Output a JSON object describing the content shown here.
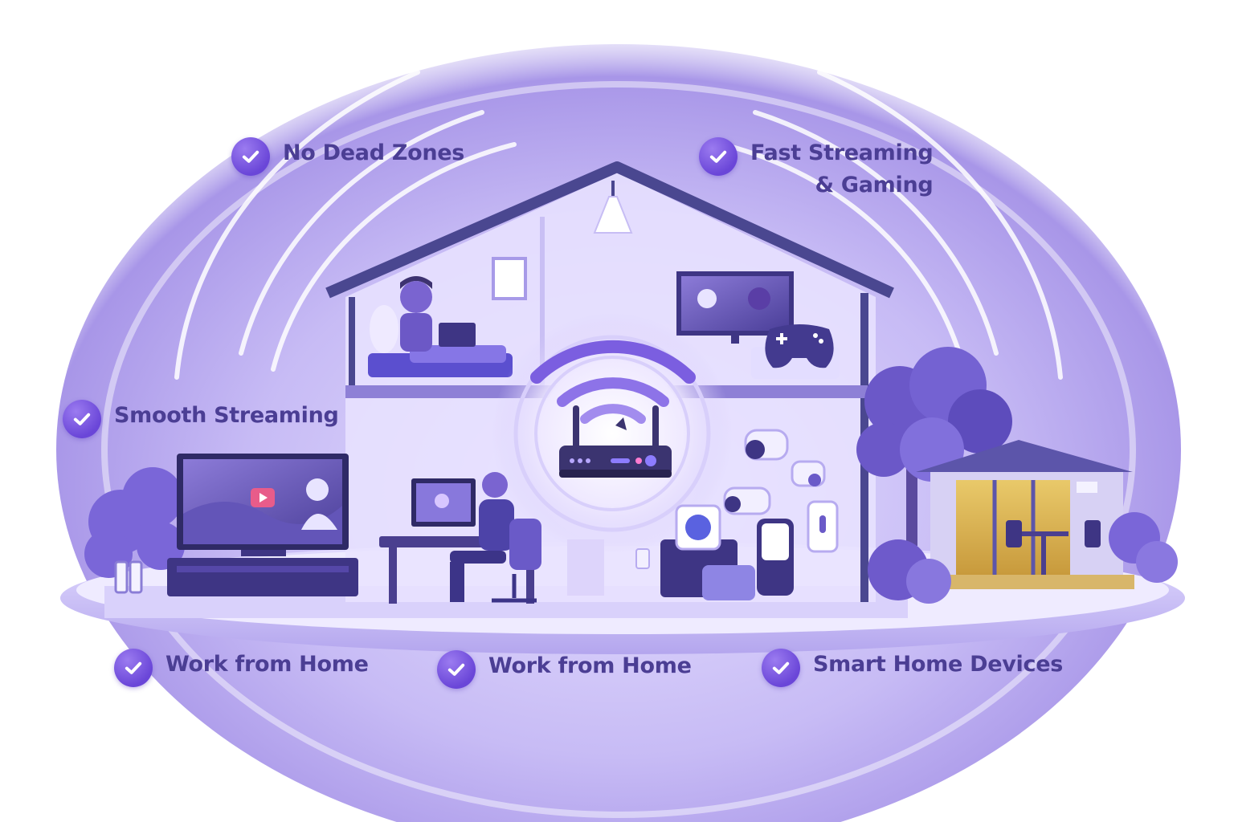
{
  "features": {
    "top_left": "No Dead Zones",
    "top_right": "Fast Streaming\n& Gaming",
    "mid_left": "Smooth Streaming",
    "bottom_left": "Work from Home",
    "bottom_center": "Work from Home",
    "bottom_right": "Smart Home Devices"
  },
  "icons": {
    "feature_check": "check-circle-icon",
    "router": "wifi-router-icon",
    "signal": "wifi-signal-icon",
    "gamepad": "gamepad-icon",
    "play": "play-icon"
  },
  "colors": {
    "accent": "#6a46d8",
    "label_text": "#4b3e94",
    "house_outline": "#4a4790",
    "dome": "#b9aaf0"
  }
}
